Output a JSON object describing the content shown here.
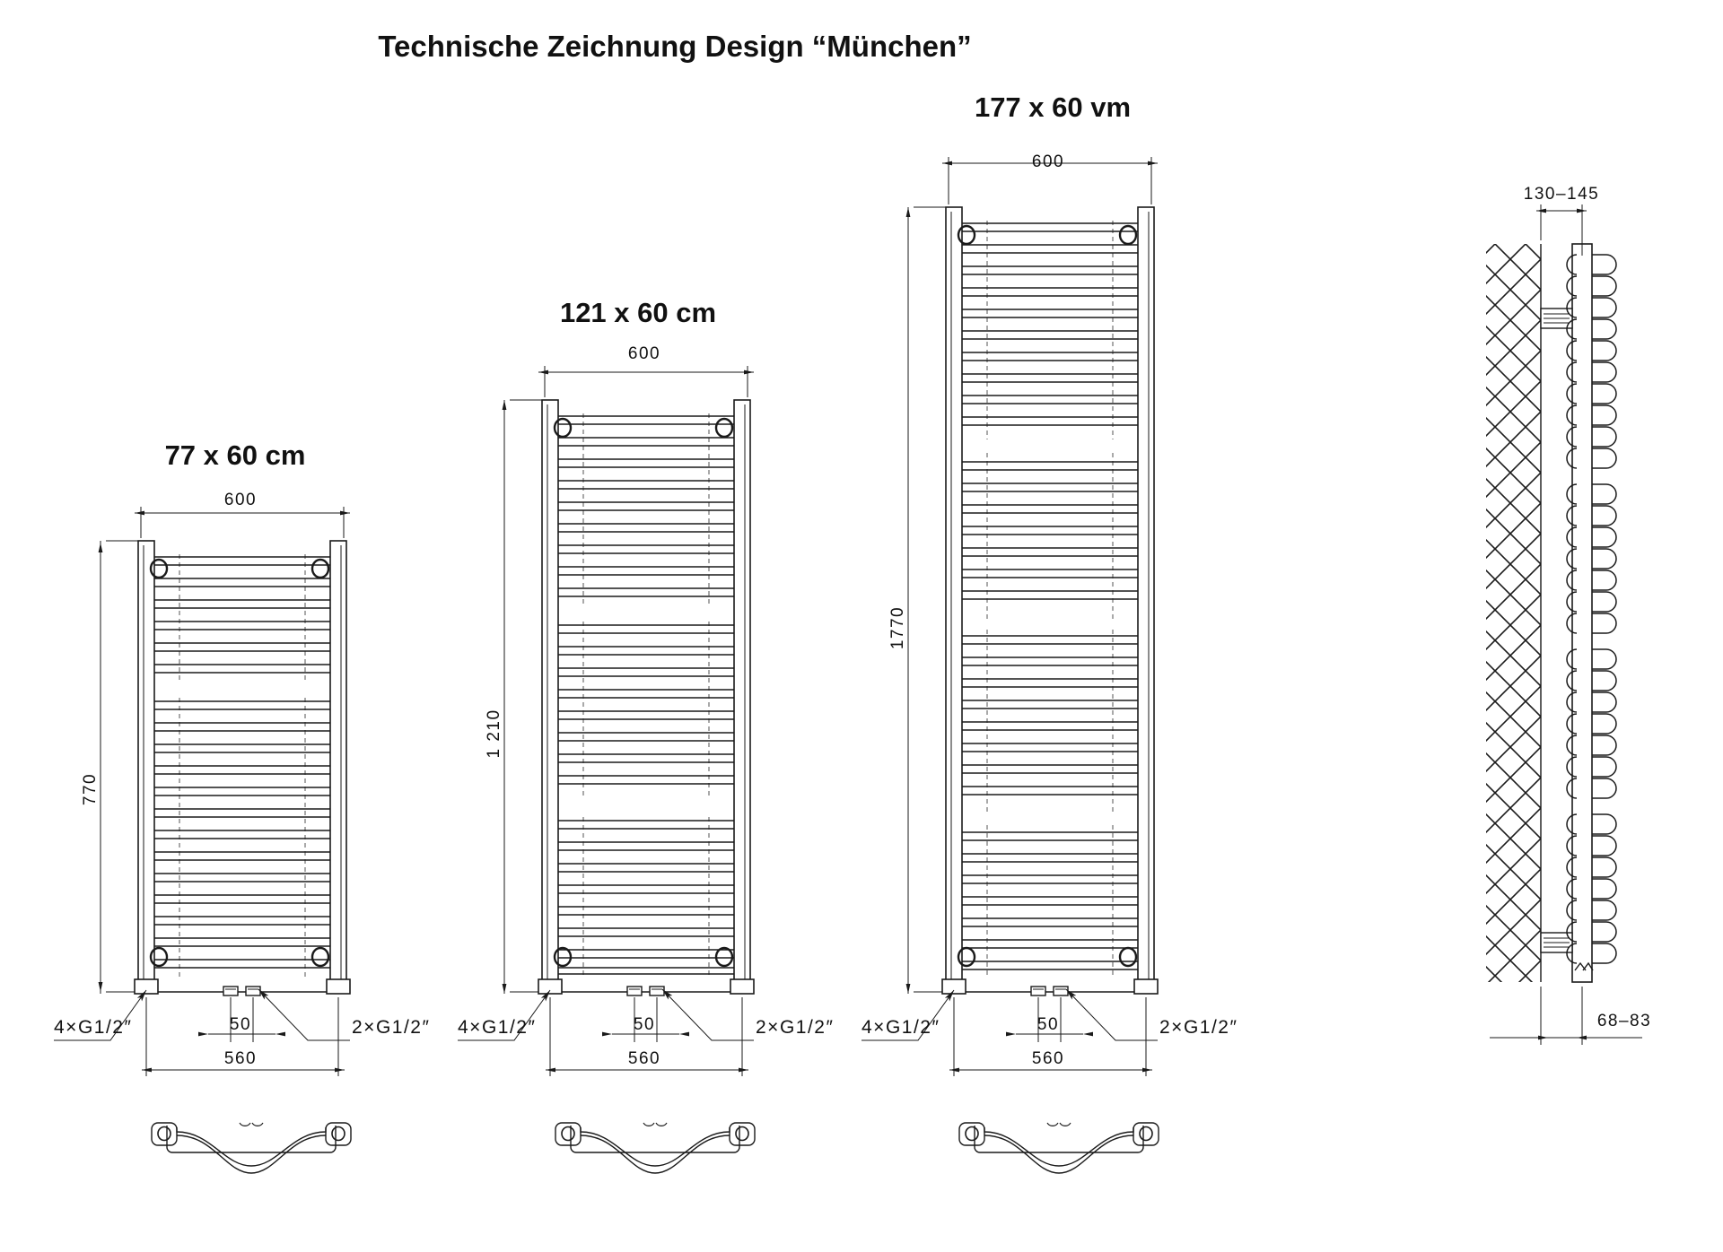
{
  "document": {
    "title": "Technische Zeichnung Design “München”",
    "type": "technical-drawing",
    "subject": "Badheizkörper / Handtuchwärmer",
    "background_color": "#ffffff",
    "line_color": "#1a1a1a"
  },
  "views": [
    {
      "id": "view-77",
      "heading": "77 x 60 cm",
      "width_dim": "600",
      "height_dim": "770",
      "bottom_dim": "560",
      "spacing_dim": "50",
      "connection_left": "4×G1/2″",
      "connection_right": "2×G1/2″",
      "rung_count": 20
    },
    {
      "id": "view-121",
      "heading": "121 x 60 cm",
      "width_dim": "600",
      "height_dim": "1 210",
      "bottom_dim": "560",
      "spacing_dim": "50",
      "connection_left": "4×G1/2″",
      "connection_right": "2×G1/2″",
      "rung_count": 33
    },
    {
      "id": "view-177",
      "heading": "177 x 60 vm",
      "width_dim": "600",
      "height_dim": "1770",
      "bottom_dim": "560",
      "spacing_dim": "50",
      "connection_left": "4×G1/2″",
      "connection_right": "2×G1/2″",
      "rung_count": 48
    }
  ],
  "side_view": {
    "id": "view-side",
    "top_dim": "130–145",
    "bottom_dim": "68–83",
    "wall_hatch": true
  },
  "detail_views": [
    {
      "id": "bracket-77",
      "label": ""
    },
    {
      "id": "bracket-121",
      "label": ""
    },
    {
      "id": "bracket-177",
      "label": ""
    }
  ]
}
